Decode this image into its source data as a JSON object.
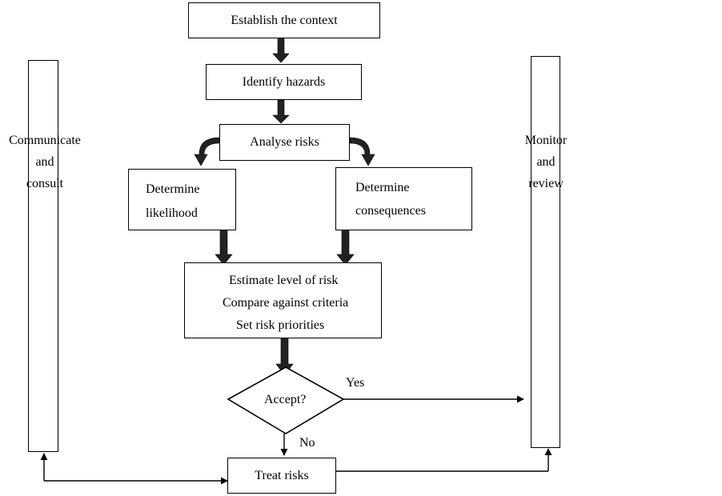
{
  "process": {
    "establish": "Establish the context",
    "identify": "Identify hazards",
    "analyse": "Analyse risks",
    "likelihood": [
      "Determine",
      "likelihood"
    ],
    "consequences": [
      "Determine",
      "consequences"
    ],
    "estimate": [
      "Estimate level of risk",
      "Compare against criteria",
      "Set risk priorities"
    ],
    "decision": "Accept?",
    "yes": "Yes",
    "no": "No",
    "treat": "Treat risks"
  },
  "sidebars": {
    "left": [
      "Communicate",
      "and",
      "consult"
    ],
    "right": [
      "Monitor",
      "and",
      "review"
    ]
  }
}
